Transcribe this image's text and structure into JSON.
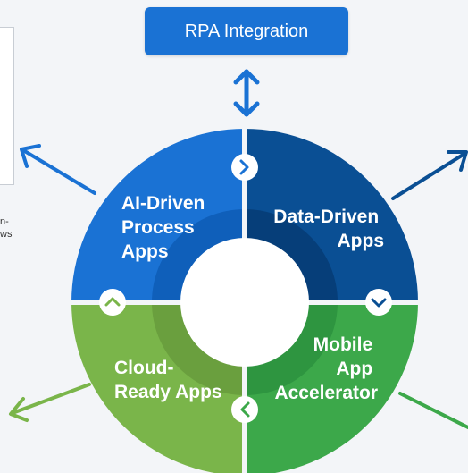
{
  "top_button": {
    "label": "RPA Integration"
  },
  "left_fragment": {
    "line1": "n-",
    "line2": "ws"
  },
  "segments": {
    "top_left": {
      "lines": [
        "AI-Driven",
        "Process",
        "Apps"
      ]
    },
    "top_right": {
      "lines": [
        "Data-Driven",
        "Apps"
      ]
    },
    "bottom_left": {
      "lines": [
        "Cloud-",
        "Ready Apps"
      ]
    },
    "bottom_right": {
      "lines": [
        "Mobile",
        "App",
        "Accelerator"
      ]
    }
  },
  "colors": {
    "top_left": "#1a72d4",
    "top_right": "#0a4f94",
    "bottom_left": "#7ab54a",
    "bottom_right": "#3ca84a",
    "rpa_button": "#1a72d4",
    "background": "#f3f5f8"
  },
  "icons": {
    "top_chevron": "chevron-right-icon",
    "right_chevron": "chevron-down-icon",
    "bottom_chevron": "chevron-left-icon",
    "left_chevron": "chevron-up-icon"
  }
}
